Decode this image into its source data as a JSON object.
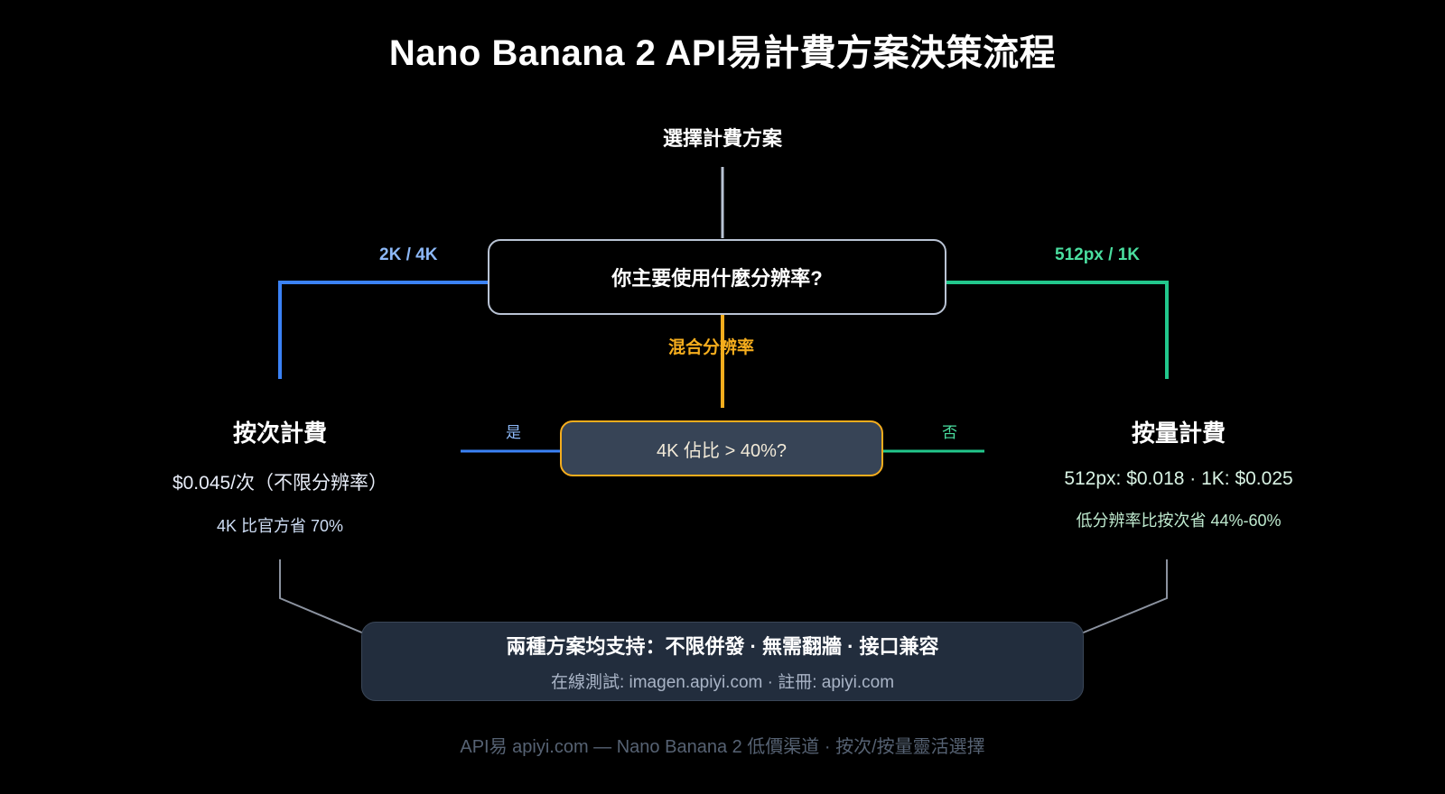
{
  "title": "Nano Banana 2 API易計費方案決策流程",
  "root": {
    "label": "選擇計費方案"
  },
  "decisions": {
    "resolution": "你主要使用什麼分辨率?",
    "ratio": "4K 佔比 > 40%?"
  },
  "edges": {
    "left_branch": "2K / 4K",
    "right_branch": "512px / 1K",
    "mixed_branch": "混合分辨率",
    "yes": "是",
    "no": "否"
  },
  "outcomes": {
    "per_call": {
      "heading": "按次計費",
      "price": "$0.045/次（不限分辨率）",
      "saving": "4K 比官方省 70%"
    },
    "per_usage": {
      "heading": "按量計費",
      "price": "512px: $0.018 · 1K: $0.025",
      "saving": "低分辨率比按次省 44%-60%"
    }
  },
  "summary_panel": {
    "main": "兩種方案均支持：不限併發 · 無需翻牆 · 接口兼容",
    "sub": "在線測試: imagen.apiyi.com · 註冊: apiyi.com"
  },
  "footnote": "API易 apiyi.com — Nano Banana 2 低價渠道 · 按次/按量靈活選擇",
  "colors": {
    "background": "#000000",
    "blue": "#3b82f6",
    "blue_text": "#8cb8f8",
    "green": "#22c78c",
    "green_text": "#4ade9f",
    "amber": "#f5ad1d",
    "neutral_wire": "#b9c3d4",
    "panel_fill": "#222d3d",
    "decision_fill": "#374456"
  },
  "chart_data": {
    "type": "diagram",
    "nodes": [
      {
        "id": "start",
        "label": "選擇計費方案",
        "kind": "root"
      },
      {
        "id": "q1",
        "label": "你主要使用什麼分辨率?",
        "kind": "decision"
      },
      {
        "id": "q2",
        "label": "4K 佔比 > 40%?",
        "kind": "decision"
      },
      {
        "id": "per_call",
        "label": "按次計費",
        "kind": "outcome"
      },
      {
        "id": "per_usage",
        "label": "按量計費",
        "kind": "outcome"
      },
      {
        "id": "summary",
        "label": "兩種方案均支持：不限併發 · 無需翻牆 · 接口兼容",
        "kind": "panel"
      }
    ],
    "links": [
      {
        "from": "start",
        "to": "q1",
        "label": "",
        "color": "#b9c3d4"
      },
      {
        "from": "q1",
        "to": "per_call",
        "label": "2K / 4K",
        "color": "#3b82f6"
      },
      {
        "from": "q1",
        "to": "per_usage",
        "label": "512px / 1K",
        "color": "#22c78c"
      },
      {
        "from": "q1",
        "to": "q2",
        "label": "混合分辨率",
        "color": "#f5ad1d"
      },
      {
        "from": "q2",
        "to": "per_call",
        "label": "是",
        "color": "#3b82f6"
      },
      {
        "from": "q2",
        "to": "per_usage",
        "label": "否",
        "color": "#22c78c"
      },
      {
        "from": "per_call",
        "to": "summary",
        "label": "",
        "color": "#b9c3d4"
      },
      {
        "from": "per_usage",
        "to": "summary",
        "label": "",
        "color": "#b9c3d4"
      }
    ]
  }
}
